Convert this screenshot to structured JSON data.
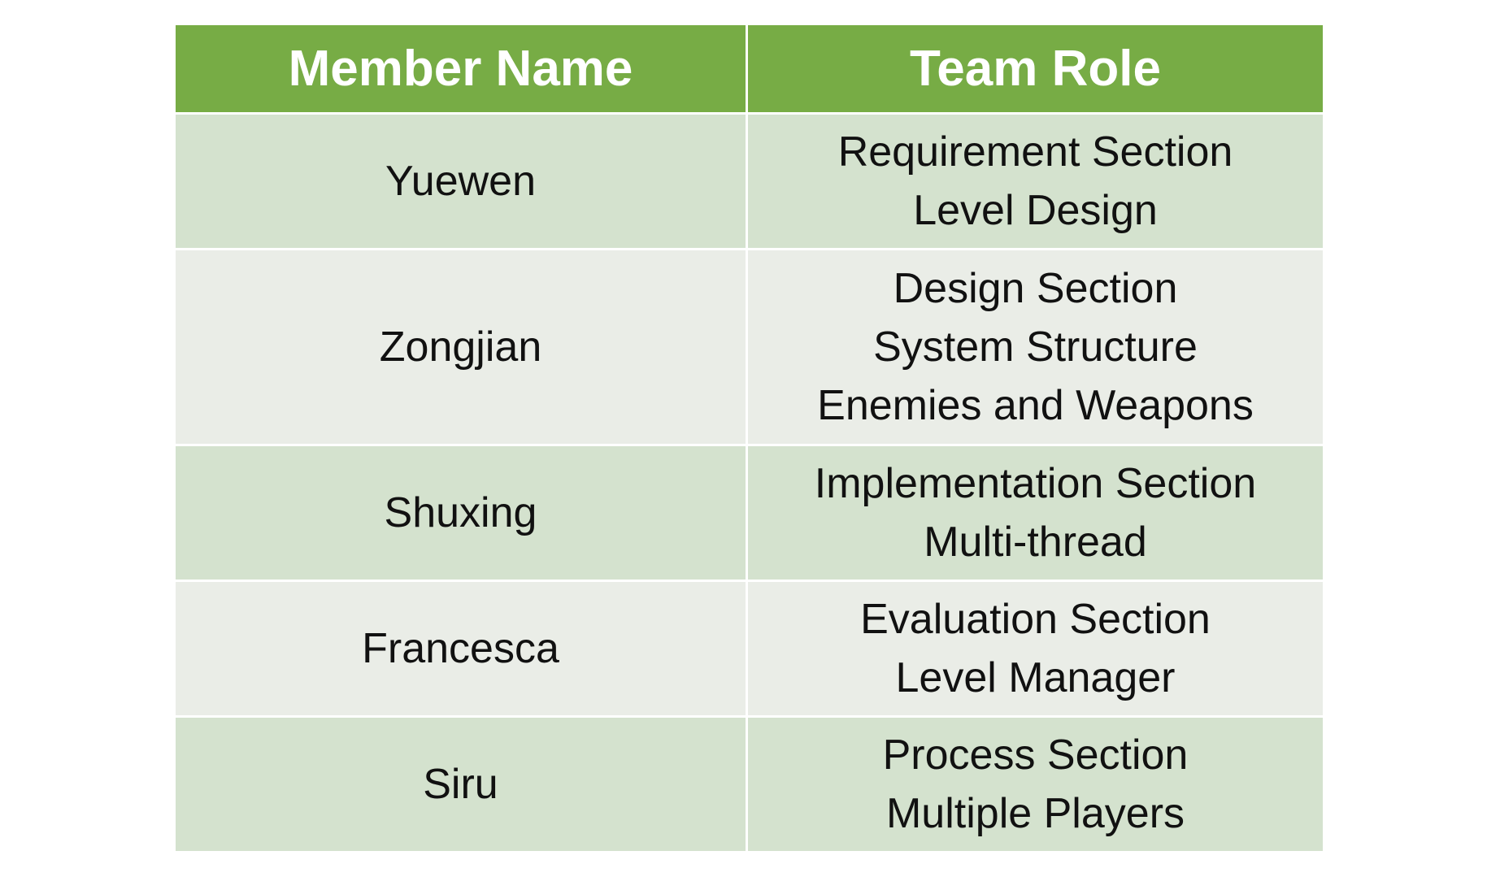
{
  "table": {
    "headers": [
      "Member Name",
      "Team Role"
    ],
    "rows": [
      {
        "name": "Yuewen",
        "roles": [
          "Requirement Section",
          "Level Design"
        ]
      },
      {
        "name": "Zongjian",
        "roles": [
          "Design Section",
          "System Structure",
          "Enemies and Weapons"
        ]
      },
      {
        "name": "Shuxing",
        "roles": [
          "Implementation Section",
          "Multi-thread"
        ]
      },
      {
        "name": "Francesca",
        "roles": [
          "Evaluation Section",
          "Level Manager"
        ]
      },
      {
        "name": "Siru",
        "roles": [
          "Process Section",
          "Multiple Players"
        ]
      }
    ]
  },
  "colors": {
    "header_bg": "#77ac45",
    "header_text": "#ffffff",
    "row_odd_bg": "#d4e2ce",
    "row_even_bg": "#eaede7"
  }
}
